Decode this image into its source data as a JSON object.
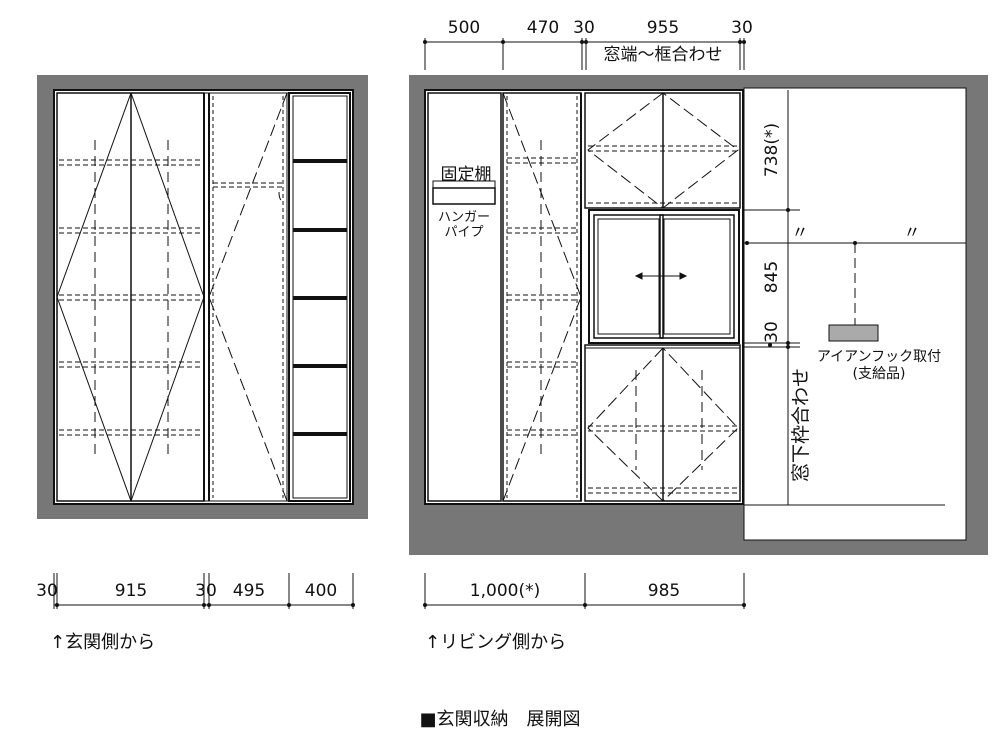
{
  "labels": {
    "top_dims": [
      "500",
      "470",
      "30",
      "955",
      "30"
    ],
    "window_frame_note": "窓端～框合わせ",
    "dim_738": "738(*)",
    "dim_845": "845",
    "dim_30": "30",
    "ditto_marks": [
      "〃",
      "〃"
    ],
    "fixed_shelf": "固定棚",
    "hanger_pipe_1": "ハンガー",
    "hanger_pipe_2": "パイプ",
    "iron_hook_1": "アイアンフック取付",
    "iron_hook_2": "(支給品)",
    "window_sill_note": "窓下枠合わせ",
    "left_bottom_dims": [
      "30",
      "915",
      "30",
      "495",
      "400"
    ],
    "right_bottom_dims": [
      "1,000(*)",
      "985"
    ],
    "caption_left": "↑玄関側から",
    "caption_right": "↑リビング側から",
    "title": "■玄関収納　展開図"
  }
}
